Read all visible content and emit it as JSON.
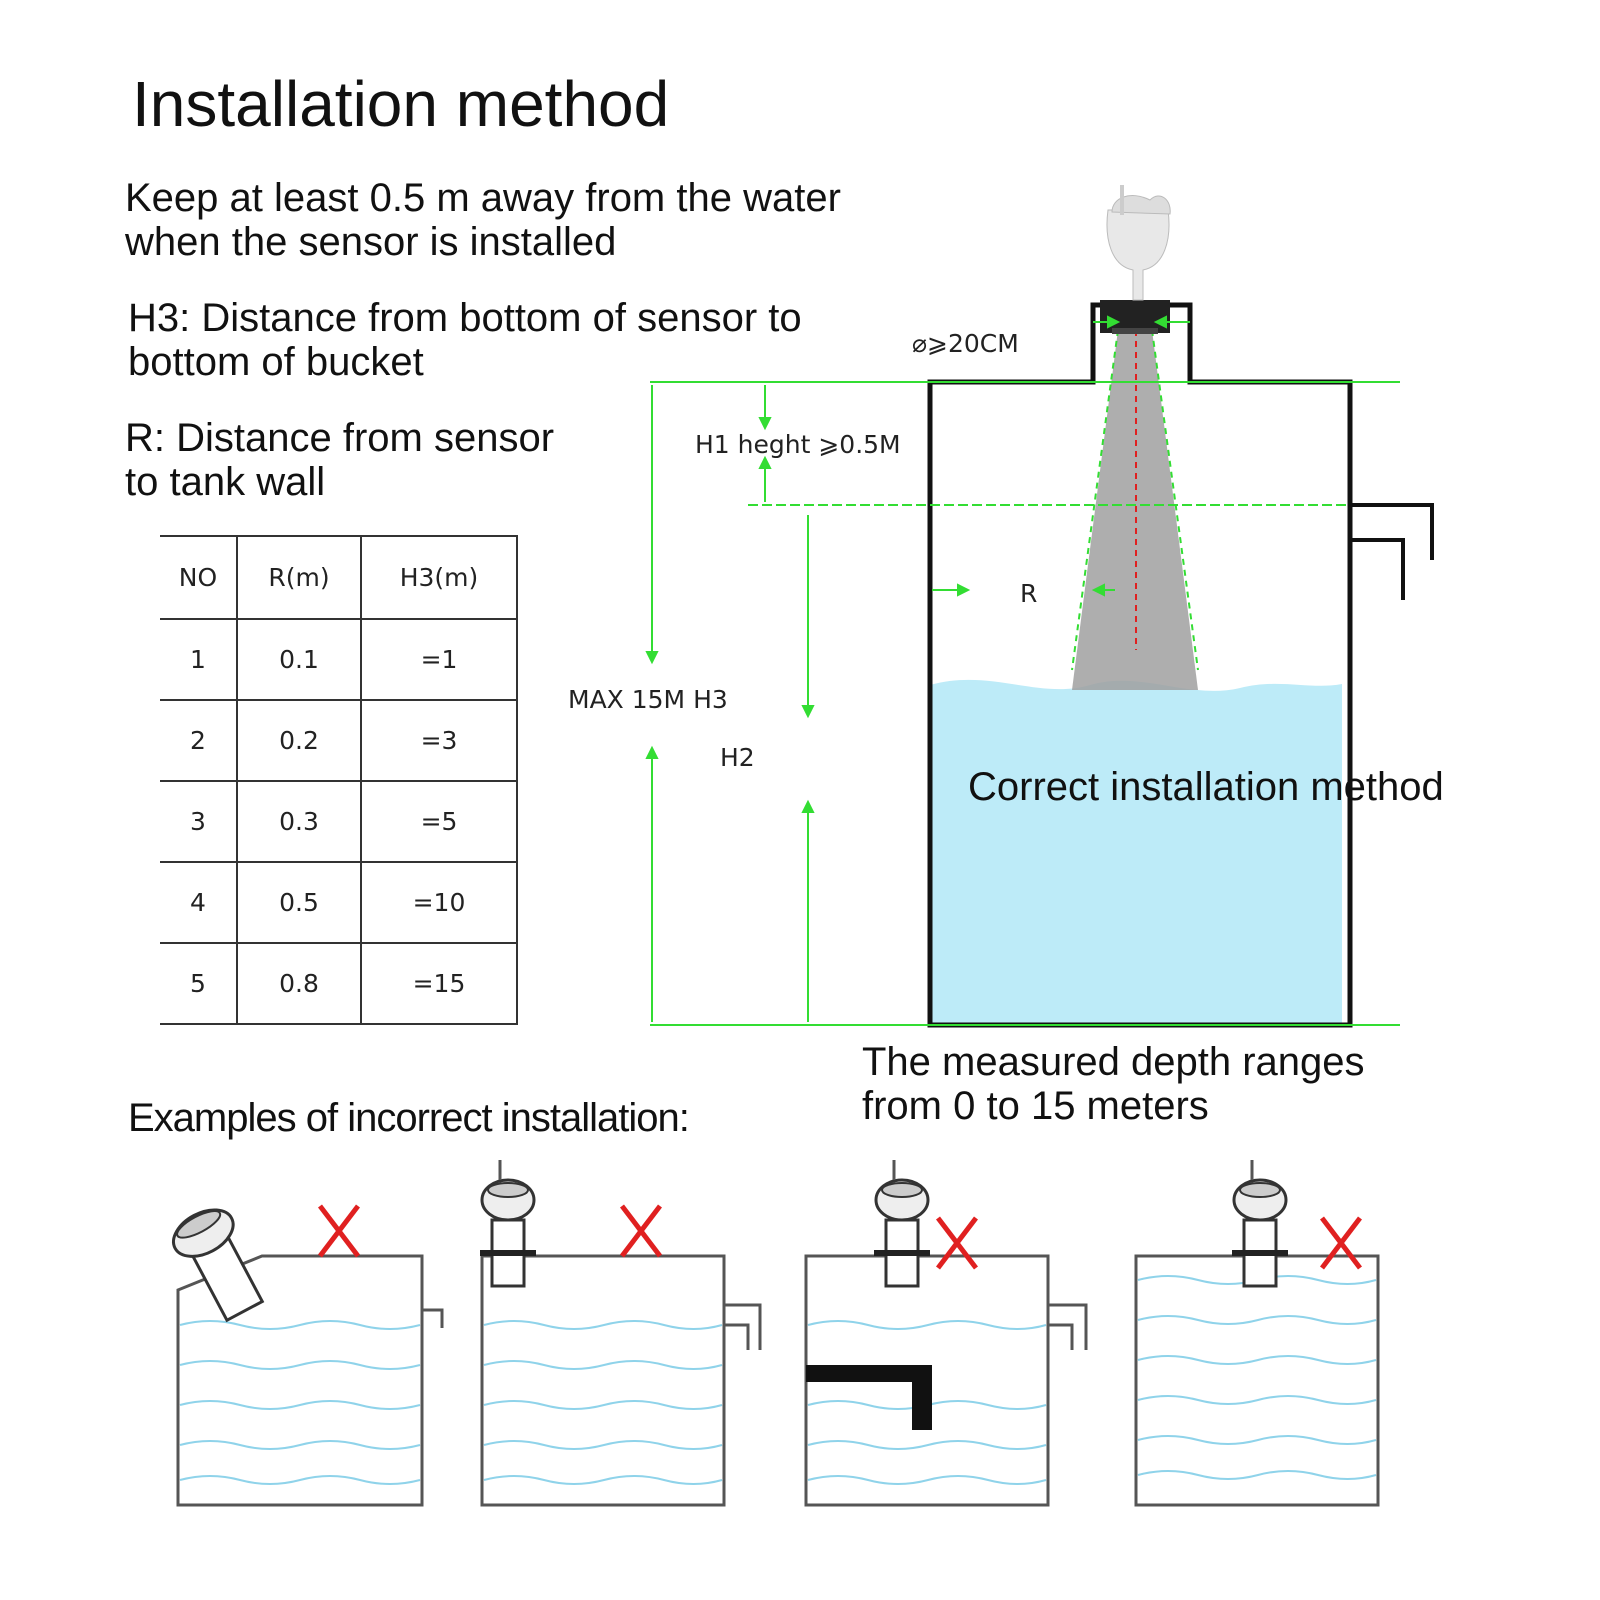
{
  "title": "Installation method",
  "intro": [
    "Keep at least 0.5 m away from the water",
    "when the sensor is installed"
  ],
  "h3_definition": [
    "H3: Distance from bottom of sensor to",
    "bottom of bucket"
  ],
  "r_definition": [
    "R: Distance from sensor",
    "to tank wall"
  ],
  "table": {
    "headers": [
      "NO",
      "R(m)",
      "H3(m)"
    ],
    "rows": [
      [
        "1",
        "0.1",
        "=1"
      ],
      [
        "2",
        "0.2",
        "=3"
      ],
      [
        "3",
        "0.3",
        "=5"
      ],
      [
        "4",
        "0.5",
        "=10"
      ],
      [
        "5",
        "0.8",
        "=15"
      ]
    ]
  },
  "diagram": {
    "diameter_label": "⌀⩾20CM",
    "h1_label": "H1 heght ⩾0.5M",
    "r_label": "R",
    "max_label": "MAX 15M H3",
    "h2_label": "H2",
    "correct_label": "Correct installation method"
  },
  "depth_note": [
    "The measured depth ranges",
    "from 0 to 15 meters"
  ],
  "incorrect_title": "Examples of incorrect installation:",
  "icons": [
    "ultrasonic-sensor-icon",
    "wrong-mark-icon"
  ],
  "colors": {
    "guide_green": "#33dd33",
    "water_blue": "#bdebf8",
    "wrong_red": "#e02020",
    "beam_gray": "#9e9e9e"
  }
}
